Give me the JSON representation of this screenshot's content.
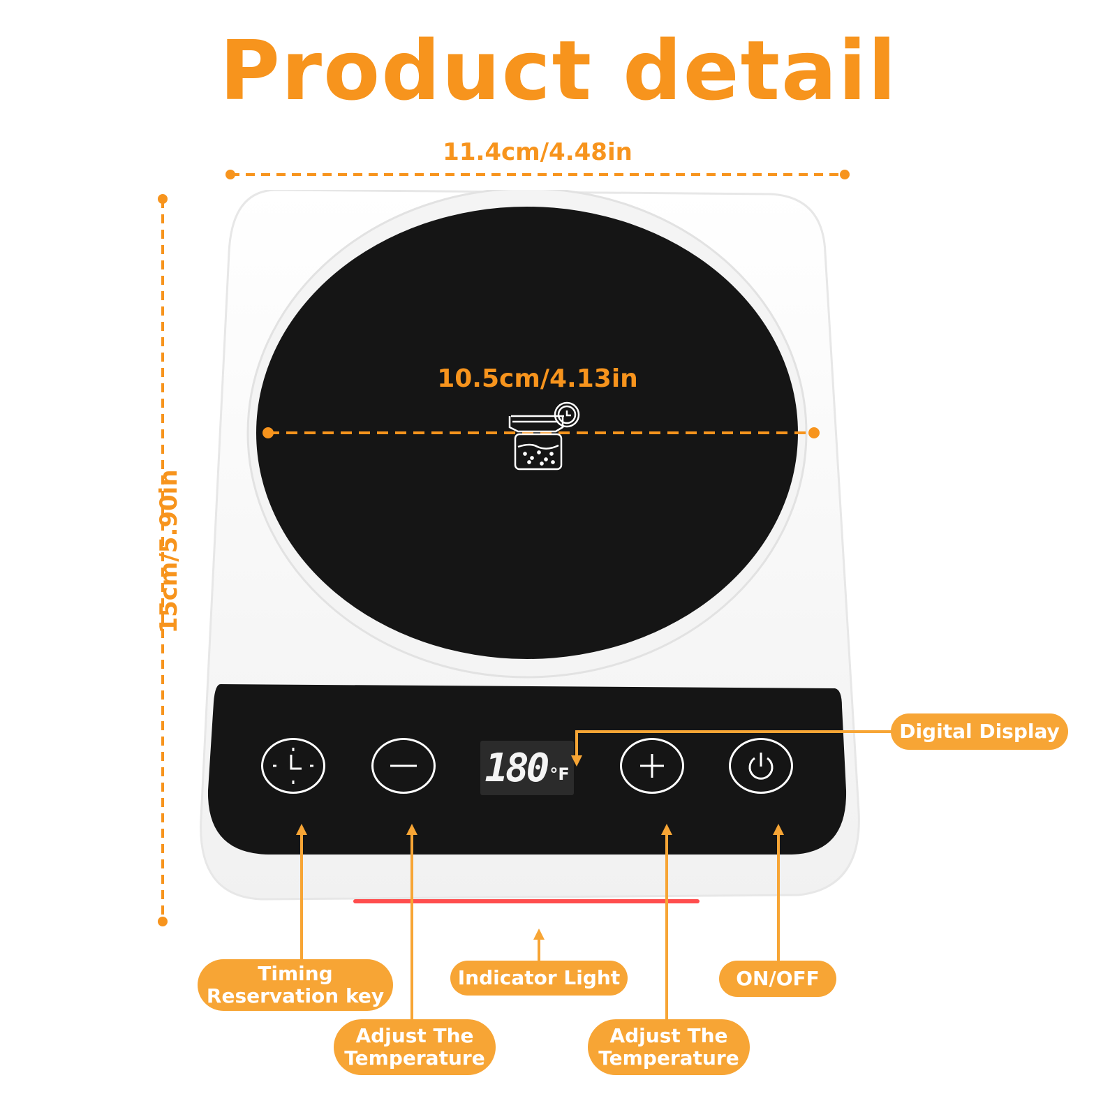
{
  "title": "Product detail",
  "dimensions": {
    "width": "11.4cm/4.48in",
    "height": "15cm/5.90in",
    "plate_diameter": "10.5cm/4.13in"
  },
  "display": {
    "temperature": "180",
    "unit": "°F"
  },
  "labels": {
    "digital_display": "Digital Display",
    "timing_line1": "Timing",
    "timing_line2": "Reservation key",
    "indicator_light": "Indicator Light",
    "on_off": "ON/OFF",
    "adjust_minus_line1": "Adjust The",
    "adjust_minus_line2": "Temperature",
    "adjust_plus_line1": "Adjust The",
    "adjust_plus_line2": "Temperature"
  },
  "colors": {
    "accent": "#F7941D",
    "label_bg": "#F7A535",
    "plate": "#151515",
    "indicator": "#FF4D4D",
    "body": "#FFFFFF"
  },
  "icons": [
    "clock-icon",
    "minus-icon",
    "plus-icon",
    "power-icon",
    "jar-thermometer-icon"
  ]
}
